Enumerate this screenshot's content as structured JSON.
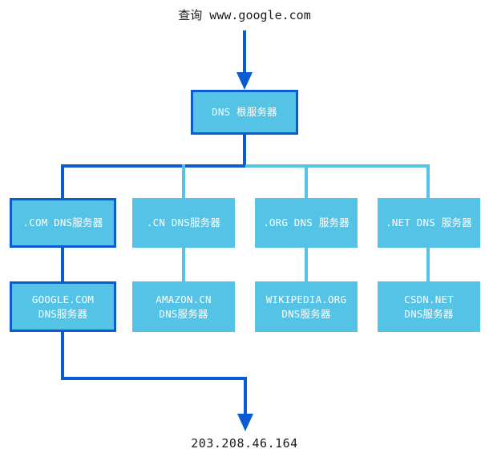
{
  "diagram": {
    "title_query": "查询 www.google.com",
    "result_ip": "203.208.46.164",
    "colors": {
      "node_fill": "#54c3e6",
      "active_border": "#0b5bd3",
      "active_wire": "#0b5bd3",
      "idle_wire": "#54c3e6",
      "node_text": "#ffffff",
      "caption_text": "#1c1c1c"
    },
    "root": {
      "label": "DNS 根服务器",
      "active": true
    },
    "tld_level": [
      {
        "label": ".COM DNS服务器",
        "active": true
      },
      {
        "label": ".CN DNS服务器",
        "active": false
      },
      {
        "label": ".ORG DNS 服务器",
        "active": false
      },
      {
        "label": ".NET DNS 服务器",
        "active": false
      }
    ],
    "authoritative_level": [
      {
        "line1": "GOOGLE.COM",
        "line2": "DNS服务器",
        "active": true
      },
      {
        "line1": "AMAZON.CN",
        "line2": "DNS服务器",
        "active": false
      },
      {
        "line1": "WIKIPEDIA.ORG",
        "line2": "DNS服务器",
        "active": false
      },
      {
        "line1": "CSDN.NET",
        "line2": "DNS服务器",
        "active": false
      }
    ]
  }
}
